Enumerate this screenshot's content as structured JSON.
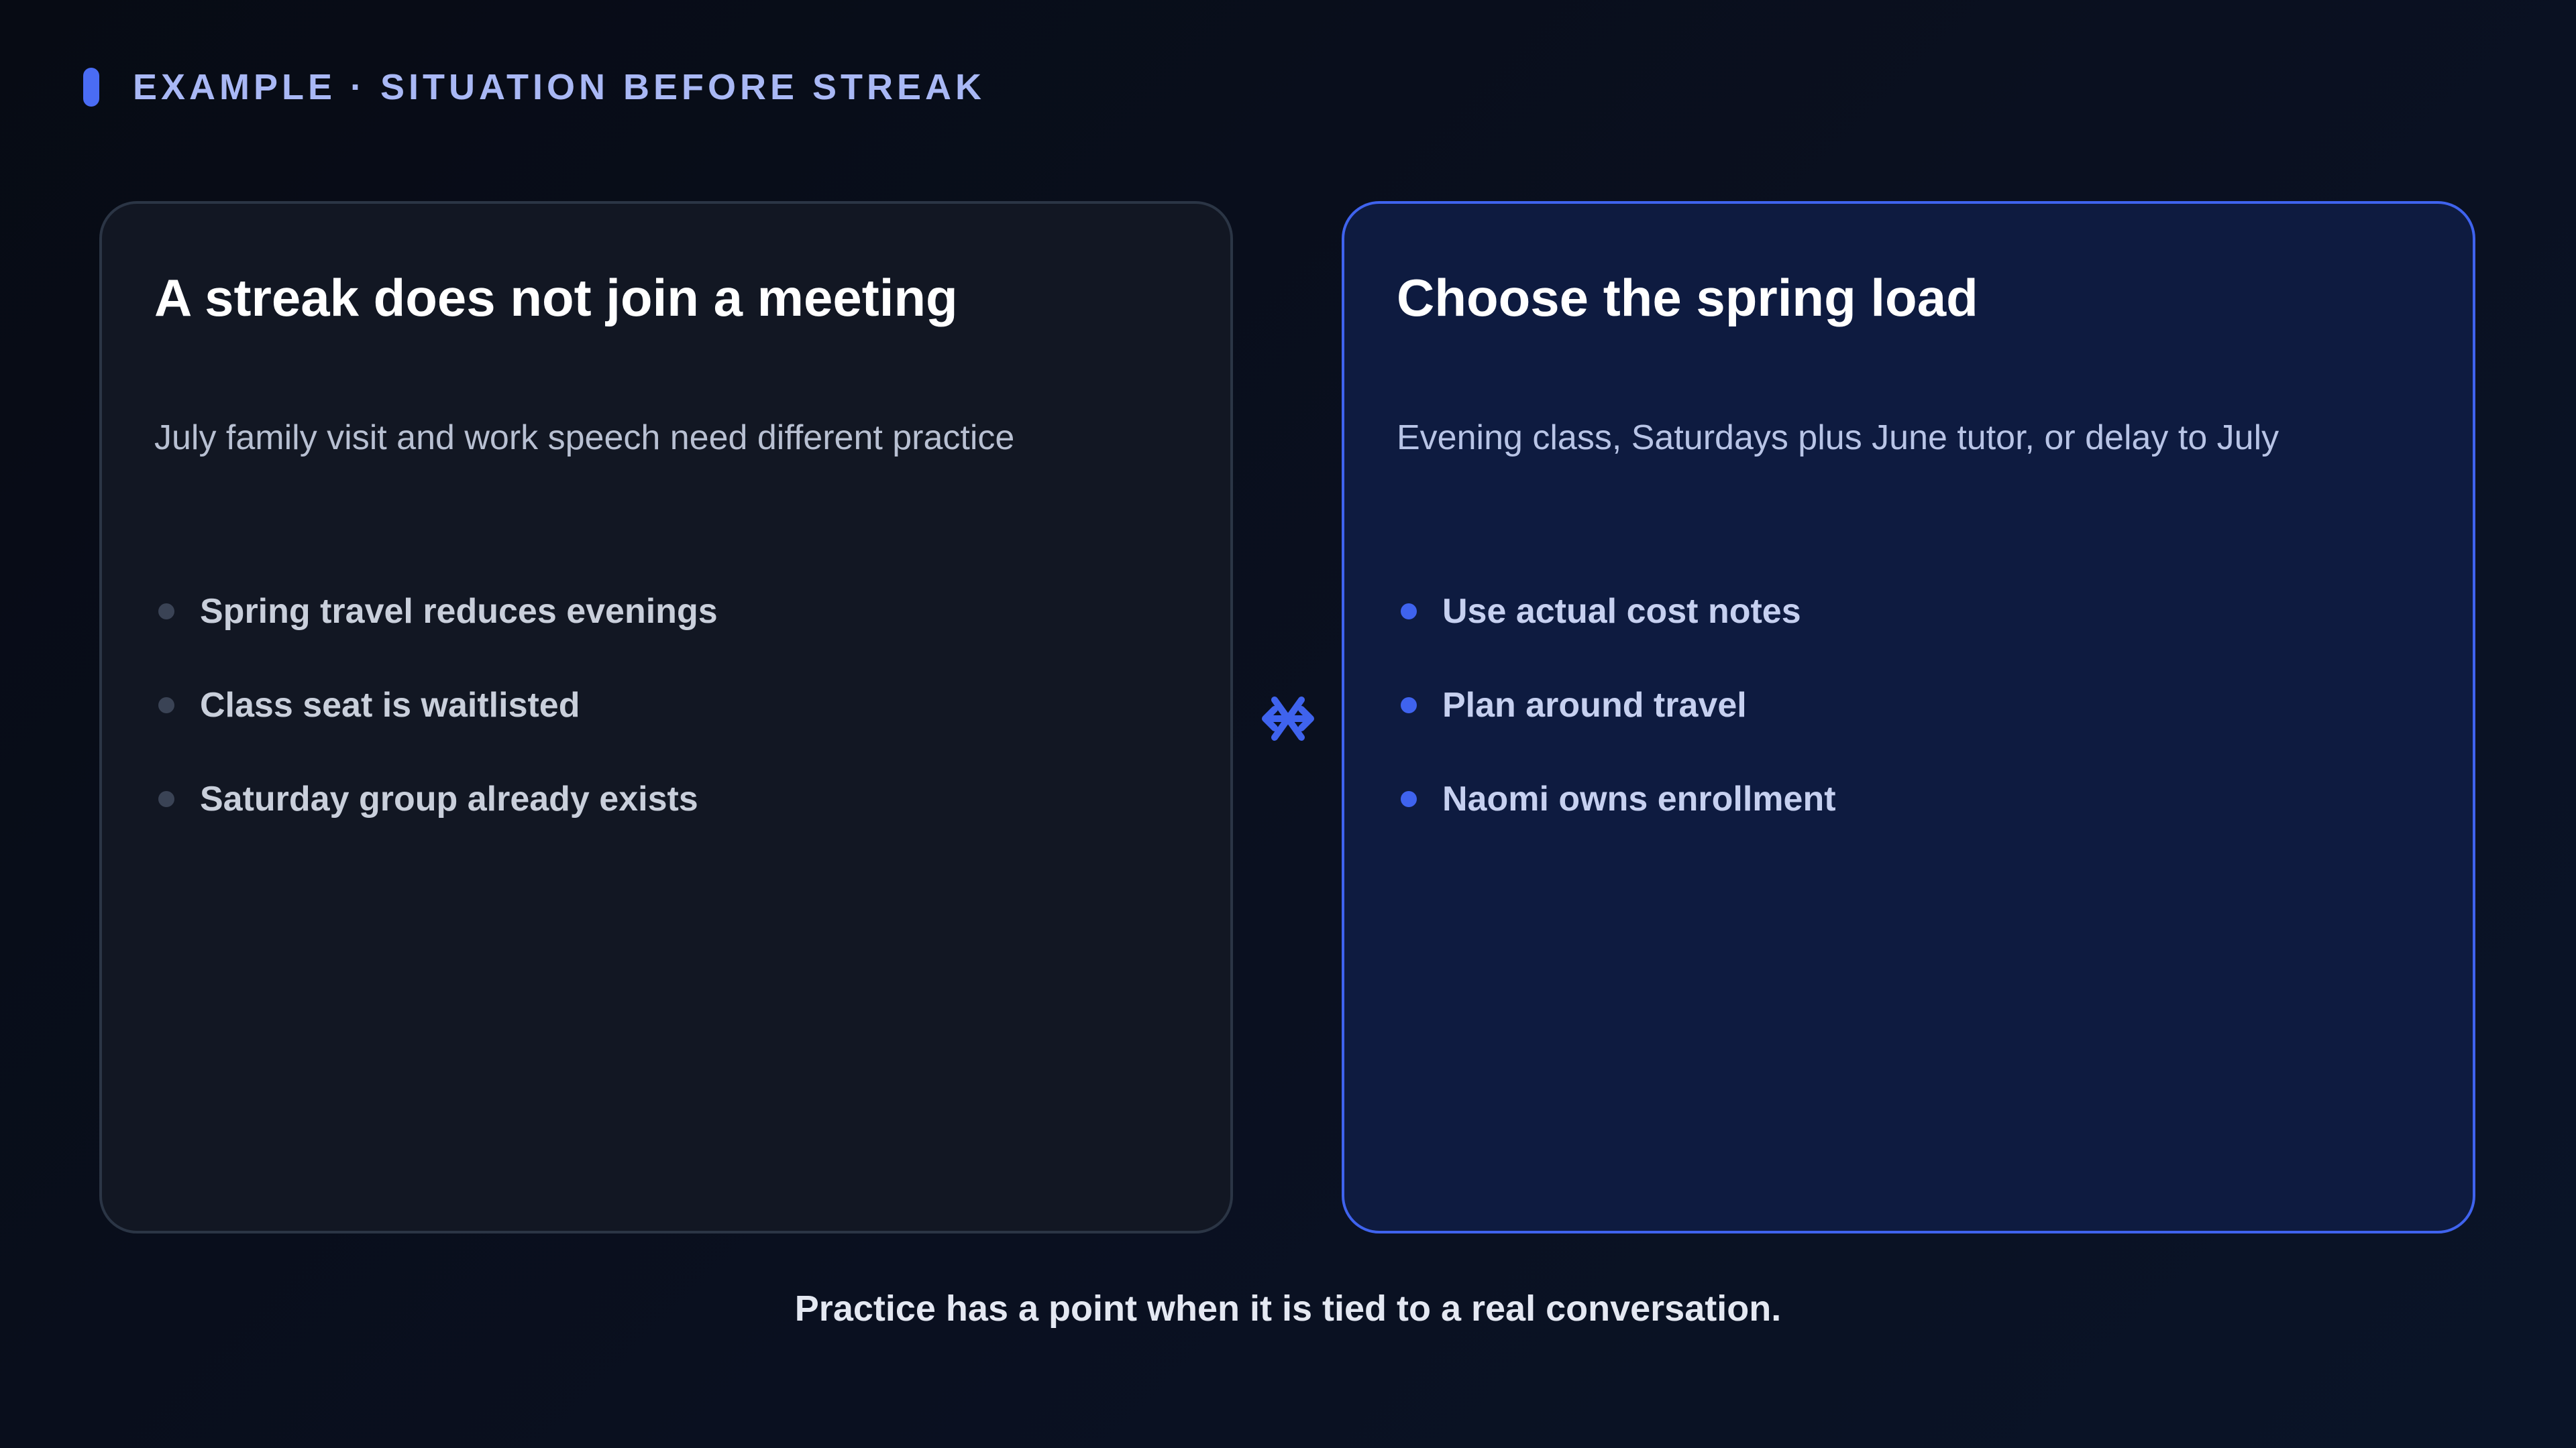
{
  "header": {
    "label": "EXAMPLE · SITUATION BEFORE STREAK"
  },
  "left_card": {
    "title": "A streak does not join a meeting",
    "subtitle": "July family visit and work speech need different practice",
    "bullets": [
      "Spring travel reduces evenings",
      "Class seat is waitlisted",
      "Saturday group already exists"
    ]
  },
  "right_card": {
    "title": "Choose the spring load",
    "subtitle": "Evening class, Saturdays plus June tutor, or delay to July",
    "bullets": [
      "Use actual cost notes",
      "Plan around travel",
      "Naomi owns enrollment"
    ]
  },
  "connector": {
    "icon": "swap-arrows-icon"
  },
  "footer": {
    "text": "Practice has a point when it is tied to a real conversation."
  },
  "colors": {
    "accent": "#3f63ee",
    "background": "#0a1020"
  }
}
